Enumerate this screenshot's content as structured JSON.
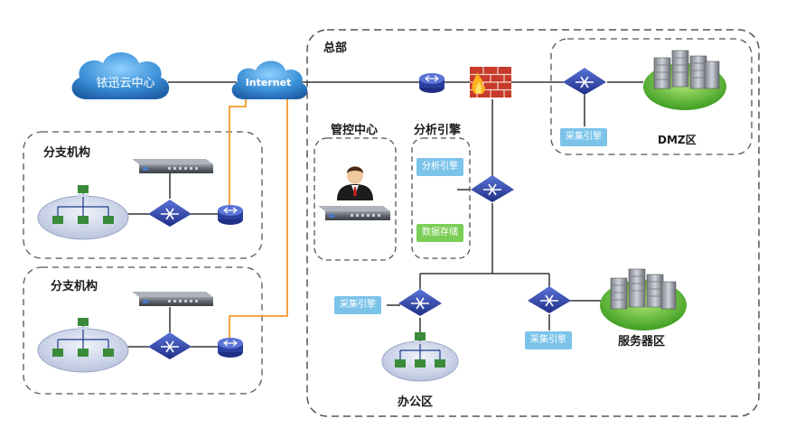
{
  "clouds": {
    "cloud_center": "铱迅云中心",
    "internet": "Internet"
  },
  "zones": {
    "hq": "总部",
    "branch1": "分支机构",
    "branch2": "分支机构",
    "control_center": "管控中心",
    "analysis_engine": "分析引擎",
    "dmz": "DMZ区",
    "server_zone": "服务器区",
    "office_zone": "办公区"
  },
  "tags": {
    "analysis_engine": "分析引擎",
    "data_storage": "数据存储",
    "collector_dmz": "采集引擎",
    "collector_office": "采集引擎",
    "collector_server": "采集引擎"
  },
  "colors": {
    "cloud": "#3a8fd6",
    "link_orange": "#f29a2e",
    "link_dark": "#333333",
    "tag_blue": "#7cc3ea",
    "tag_green": "#7ccf56",
    "switch_blue": "#2b3f9e",
    "server_green": "#5fbf3a",
    "firewall_red": "#c83a2a"
  },
  "icons": [
    "cloud-icon",
    "router-icon",
    "firewall-icon",
    "switch-icon",
    "server-cluster-icon",
    "appliance-icon",
    "user-icon",
    "workstation-group-icon"
  ]
}
